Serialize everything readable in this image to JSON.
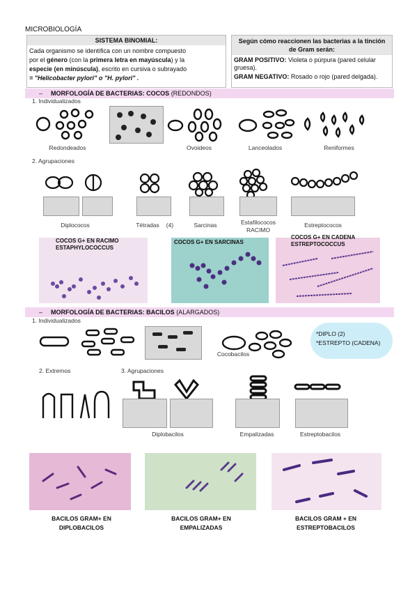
{
  "header": {
    "title": "MICROBIOLOGÍA"
  },
  "binomial": {
    "title": "SISTEMA BINOMIAL:",
    "line1": "Cada organismo se identifica con un nombre compuesto",
    "line2_a": "por el ",
    "line2_b": "género",
    "line2_c": " (con la ",
    "line2_d": "primera letra en mayúscula",
    "line2_e": ") y la",
    "line3_a": "especie (en minúscula)",
    "line3_b": ", escrito en cursiva o subrayado",
    "line4": "= \"Helicobacter pylori\" o \"H. pylori\" ."
  },
  "gram": {
    "title": "Según cómo reaccionen las bacterias a la tinción de Gram serán:",
    "pos_label": "GRAM POSITIVO:",
    "pos_text": " Violeta o púrpura (pared celular gruesa).",
    "neg_label": "GRAM NEGATIVO:",
    "neg_text": " Rosado o rojo (pared delgada)."
  },
  "cocos": {
    "bar_bold": "MORFOLOGÍA DE BACTERIAS: COCOS",
    "bar_rest": " (REDONDOS)",
    "dash": "–",
    "sub1": "1.  Individualizados",
    "sub2": "2.  Agrupaciones",
    "individual_labels": [
      "Redondeados",
      "Ovoideos",
      "Lanceolados",
      "Reniformes"
    ],
    "group_labels": [
      "Diplococos",
      "Tétradas",
      "(4)",
      "Sarcinas",
      "Estafilococos",
      "RACIMO",
      "Estreptococos"
    ],
    "micro_captions": [
      "COCOS G+ EN RACIMO ESTAPHYLOCOCCUS",
      "COCOS G+ EN SARCINAS",
      "COCOS G+ EN CADENA ESTREPTOCOCCUS"
    ]
  },
  "bacilos": {
    "bar_bold": "MORFOLOGÍA DE BACTERIAS: BACILOS",
    "bar_rest": " (ALARGADOS)",
    "dash": "–",
    "sub1": "1.  Individualizados",
    "sub2": "2.  Extremos",
    "sub3": "3.  Agrupaciones",
    "cocobacilos": "Cocobacilos",
    "cloud_1": "*DIPLO (2)",
    "cloud_2": "*ESTREPTO (CADENA)",
    "group_labels": [
      "Diplobacilos",
      "Empalizadas",
      "Estreptobacilos"
    ],
    "bottom_captions": [
      "BACILOS GRAM+ EN DIPLOBACILOS",
      "BACILOS GRAM+ EN EMPALIZADAS",
      "BACILOS GRAM + EN ESTREPTOBACILOS"
    ]
  },
  "colors": {
    "section_bar": "#f3d7f0",
    "cloud": "#cdeef8",
    "stain_purple": "#5b3a8e",
    "stain_pink": "#e9b7d6"
  }
}
